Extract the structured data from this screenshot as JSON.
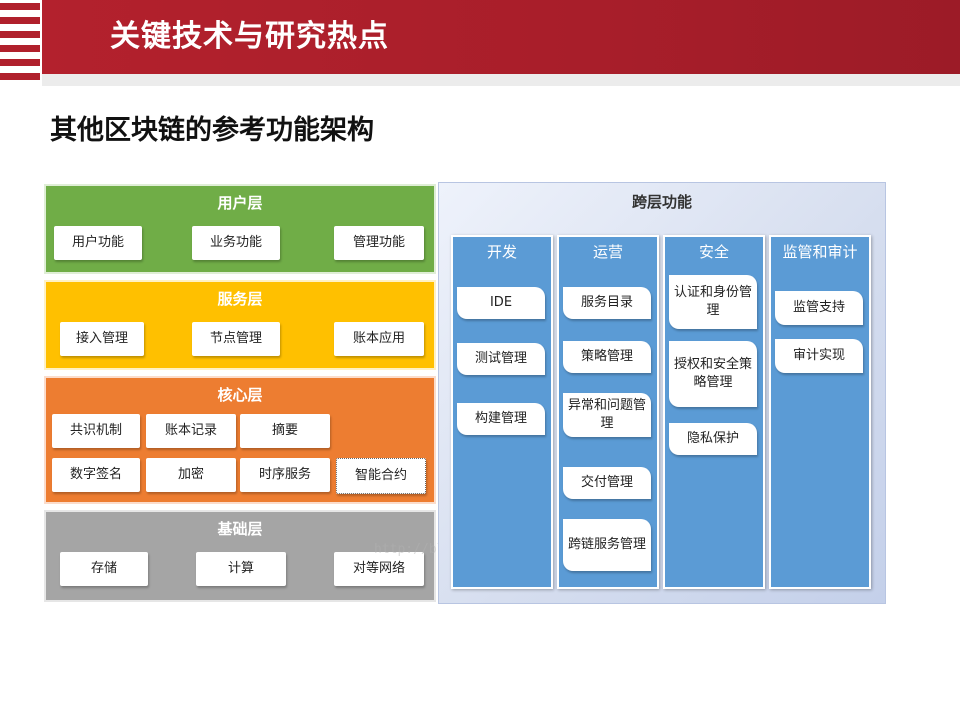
{
  "header": {
    "title": "关键技术与研究热点"
  },
  "subtitle": "其他区块链的参考功能架构",
  "layers": {
    "user": {
      "title": "用户层",
      "items": [
        "用户功能",
        "业务功能",
        "管理功能"
      ]
    },
    "service": {
      "title": "服务层",
      "items": [
        "接入管理",
        "节点管理",
        "账本应用"
      ]
    },
    "core": {
      "title": "核心层",
      "items": [
        "共识机制",
        "账本记录",
        "摘要",
        "数字签名",
        "加密",
        "时序服务",
        "智能合约"
      ]
    },
    "base": {
      "title": "基础层",
      "items": [
        "存储",
        "计算",
        "对等网络"
      ]
    }
  },
  "cross": {
    "title": "跨层功能",
    "columns": [
      {
        "title": "开发",
        "items": [
          "IDE",
          "测试管理",
          "构建管理"
        ]
      },
      {
        "title": "运营",
        "items": [
          "服务目录",
          "策略管理",
          "异常和问题管理",
          "交付管理",
          "跨链服务管理"
        ]
      },
      {
        "title": "安全",
        "items": [
          "认证和身份管理",
          "授权和安全策略管理",
          "隐私保护"
        ]
      },
      {
        "title": "监管和审计",
        "items": [
          "监管支持",
          "审计实现"
        ]
      }
    ]
  },
  "watermark": "http://blog.csdn.net/jinsuan1993",
  "colors": {
    "header": "#b3212d",
    "user_layer": "#70ad47",
    "service_layer": "#ffc000",
    "core_layer": "#ed7d31",
    "base_layer": "#a5a5a5",
    "cross_column": "#5b9bd5"
  }
}
